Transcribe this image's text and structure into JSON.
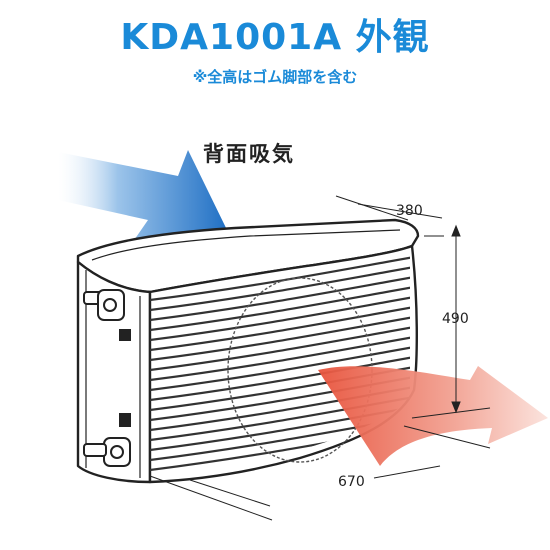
{
  "header": {
    "title": "KDA1001A 外観",
    "note": "※全高はゴム脚部を含む"
  },
  "diagram": {
    "intake_label": "背面吸気",
    "dimensions": {
      "depth": "380",
      "height": "490",
      "width": "670"
    },
    "colors": {
      "title": "#1a8ad8",
      "intake_arrow": "#1f6fc4",
      "exhaust_arrow": "#e8533c"
    }
  }
}
